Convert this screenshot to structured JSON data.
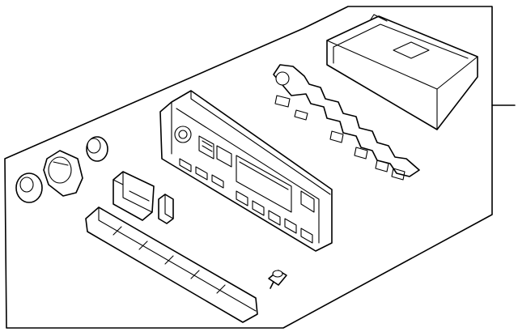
{
  "diagram": {
    "type": "exploded-parts-illustration",
    "parts": [
      "climate-control-assembly",
      "control-module",
      "mounting-bracket",
      "control-knob",
      "knob-small",
      "knob-ring",
      "push-button-cap",
      "small-button",
      "switch-button-strip",
      "bulb"
    ],
    "callout_lines": 1
  }
}
